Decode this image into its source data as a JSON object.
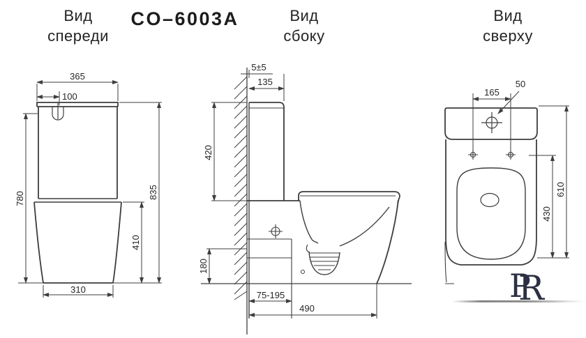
{
  "title": "CO–6003A",
  "watermark": {
    "letters": [
      "P",
      "R"
    ]
  },
  "views": {
    "front": {
      "label_line1": "Вид",
      "label_line2": "спереди",
      "dims": {
        "tank_width": "365",
        "flush_button_offset": "100",
        "overall_height": "835",
        "button_height": "780",
        "pedestal_height": "410",
        "base_width": "310"
      }
    },
    "side": {
      "label_line1": "Вид",
      "label_line2": "сбоку",
      "dims": {
        "wall_gap": "5±5",
        "tank_depth": "135",
        "tank_height": "420",
        "outlet_height": "180",
        "outlet_offset_range": "75-195",
        "overall_depth": "490"
      }
    },
    "top": {
      "label_line1": "Вид",
      "label_line2": "сверху",
      "dims": {
        "seat_hole_spacing": "165",
        "inlet_hole_diameter": "50",
        "rim_length": "430",
        "overall_length": "610"
      }
    }
  },
  "colors": {
    "line": "#3d3d3d",
    "text": "#262626",
    "logo": "#2b3142"
  }
}
